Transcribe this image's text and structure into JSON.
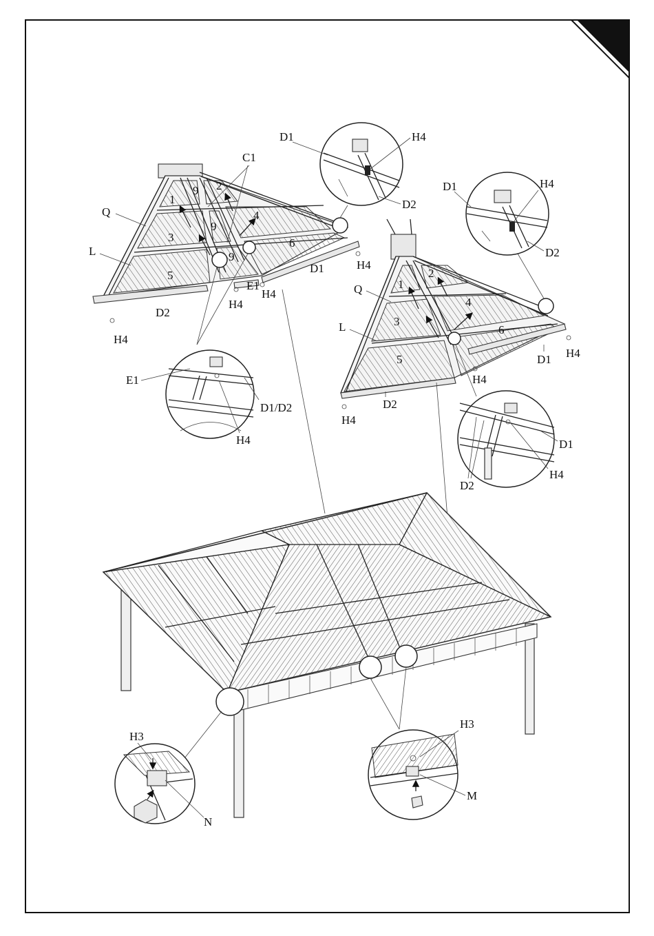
{
  "labels": {
    "C1": "C1",
    "D1": "D1",
    "D2": "D2",
    "D1D2": "D1/D2",
    "E1": "E1",
    "H3": "H3",
    "H4": "H4",
    "L": "L",
    "M": "M",
    "N": "N",
    "Q": "Q"
  },
  "panel_numbers": {
    "n1": "1",
    "n2": "2",
    "n3": "3",
    "n4": "4",
    "n5": "5",
    "n6": "6",
    "n9": "9"
  }
}
